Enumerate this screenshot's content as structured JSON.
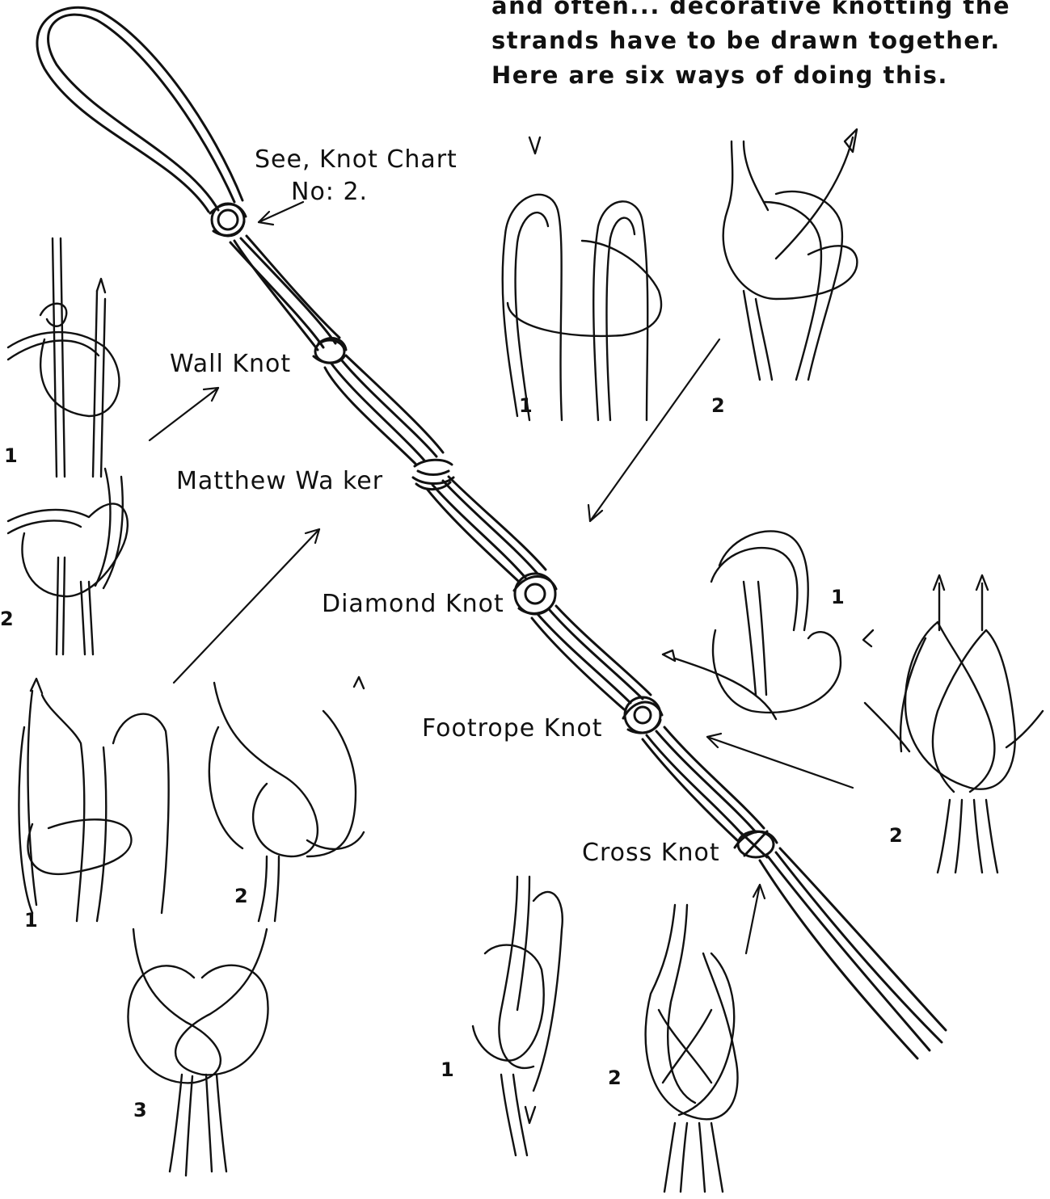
{
  "intro": {
    "line1": "and often... decorative knotting the",
    "line2": "strands have to be drawn together.",
    "line3": "Here are six ways of doing this."
  },
  "labels": {
    "see_chart_line1": "See, Knot Chart",
    "see_chart_line2": "No: 2.",
    "wall_knot": "Wall Knot",
    "matthew_walker": "Matthew Wa ker",
    "diamond_knot": "Diamond Knot",
    "footrope_knot": "Footrope Knot",
    "cross_knot": "Cross Knot"
  },
  "step_numbers": {
    "wall_1": "1",
    "wall_2": "2",
    "matthew_1": "1",
    "matthew_2": "2",
    "matthew_3": "3",
    "top_right_1": "1",
    "top_right_2": "2",
    "mid_right_1": "1",
    "mid_right_2": "2",
    "cross_1": "1",
    "cross_2": "2"
  }
}
